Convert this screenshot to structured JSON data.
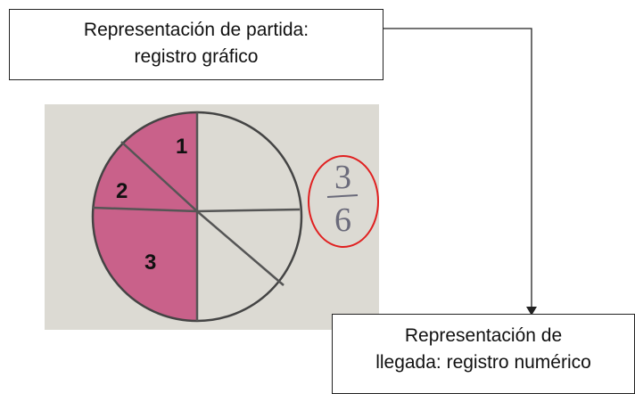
{
  "start_box": {
    "line1": "Representación  de  partida:",
    "line2": "registro gráfico"
  },
  "end_box": {
    "line1": "Representación  de",
    "line2": "llegada:  registro numérico"
  },
  "sectors": [
    {
      "label": "1"
    },
    {
      "label": "2"
    },
    {
      "label": "3"
    }
  ],
  "fraction": {
    "numerator": "3",
    "denominator": "6"
  },
  "colors": {
    "paper": "#dcdad3",
    "shade": "#c6507f",
    "circle_stroke": "#444444",
    "highlight_ring": "#e02020",
    "box_border": "#222222"
  },
  "shaded_fraction": 0.5
}
